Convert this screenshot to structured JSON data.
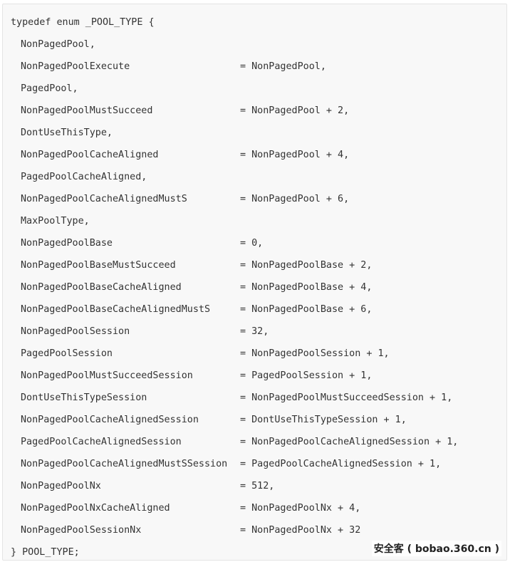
{
  "code": {
    "opening_line": "typedef enum _POOL_TYPE {",
    "members": [
      {
        "name": "NonPagedPool,",
        "assign": ""
      },
      {
        "name": "NonPagedPoolExecute",
        "assign": "= NonPagedPool,"
      },
      {
        "name": "PagedPool,",
        "assign": ""
      },
      {
        "name": "NonPagedPoolMustSucceed",
        "assign": "= NonPagedPool + 2,"
      },
      {
        "name": "DontUseThisType,",
        "assign": ""
      },
      {
        "name": "NonPagedPoolCacheAligned",
        "assign": "= NonPagedPool + 4,"
      },
      {
        "name": "PagedPoolCacheAligned,",
        "assign": ""
      },
      {
        "name": "NonPagedPoolCacheAlignedMustS",
        "assign": "= NonPagedPool + 6,"
      },
      {
        "name": "MaxPoolType,",
        "assign": ""
      },
      {
        "name": "NonPagedPoolBase",
        "assign": "= 0,"
      },
      {
        "name": "NonPagedPoolBaseMustSucceed",
        "assign": "= NonPagedPoolBase + 2,"
      },
      {
        "name": "NonPagedPoolBaseCacheAligned",
        "assign": "= NonPagedPoolBase + 4,"
      },
      {
        "name": "NonPagedPoolBaseCacheAlignedMustS",
        "assign": "= NonPagedPoolBase + 6,"
      },
      {
        "name": "NonPagedPoolSession",
        "assign": "= 32,"
      },
      {
        "name": "PagedPoolSession",
        "assign": "= NonPagedPoolSession + 1,"
      },
      {
        "name": "NonPagedPoolMustSucceedSession",
        "assign": "= PagedPoolSession + 1,"
      },
      {
        "name": "DontUseThisTypeSession",
        "assign": "= NonPagedPoolMustSucceedSession + 1,"
      },
      {
        "name": "NonPagedPoolCacheAlignedSession",
        "assign": "= DontUseThisTypeSession + 1,"
      },
      {
        "name": "PagedPoolCacheAlignedSession",
        "assign": "= NonPagedPoolCacheAlignedSession + 1,"
      },
      {
        "name": "NonPagedPoolCacheAlignedMustSSession",
        "assign": "= PagedPoolCacheAlignedSession + 1,"
      },
      {
        "name": "NonPagedPoolNx",
        "assign": "= 512,"
      },
      {
        "name": "NonPagedPoolNxCacheAligned",
        "assign": "= NonPagedPoolNx + 4,"
      },
      {
        "name": "NonPagedPoolSessionNx",
        "assign": "= NonPagedPoolNx + 32"
      }
    ],
    "closing_line": "} POOL_TYPE;"
  },
  "watermark": "安全客 ( bobao.360.cn )"
}
